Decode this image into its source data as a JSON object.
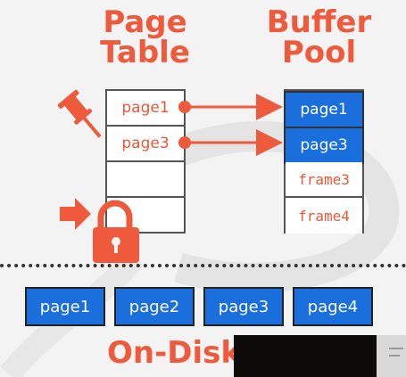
{
  "headings": {
    "page_table": [
      "Page",
      "Table"
    ],
    "buffer_pool": [
      "Buffer",
      "Pool"
    ],
    "on_disk": "On-Disk"
  },
  "page_table": {
    "entries": [
      "page1",
      "page3",
      "",
      "",
      ""
    ]
  },
  "buffer_pool": {
    "frames": [
      {
        "label": "page1",
        "state": "loaded"
      },
      {
        "label": "page3",
        "state": "loaded"
      },
      {
        "label": "frame3",
        "state": "free"
      },
      {
        "label": "frame4",
        "state": "free"
      }
    ]
  },
  "disk": {
    "pages": [
      "page1",
      "page2",
      "page3",
      "page4"
    ]
  },
  "colors": {
    "accent": "#ef5a3c",
    "page_block": "#1a6fdc",
    "background": "#f3f3f3"
  },
  "icons": [
    "pin-icon",
    "arrow-right-icon",
    "lock-icon"
  ]
}
